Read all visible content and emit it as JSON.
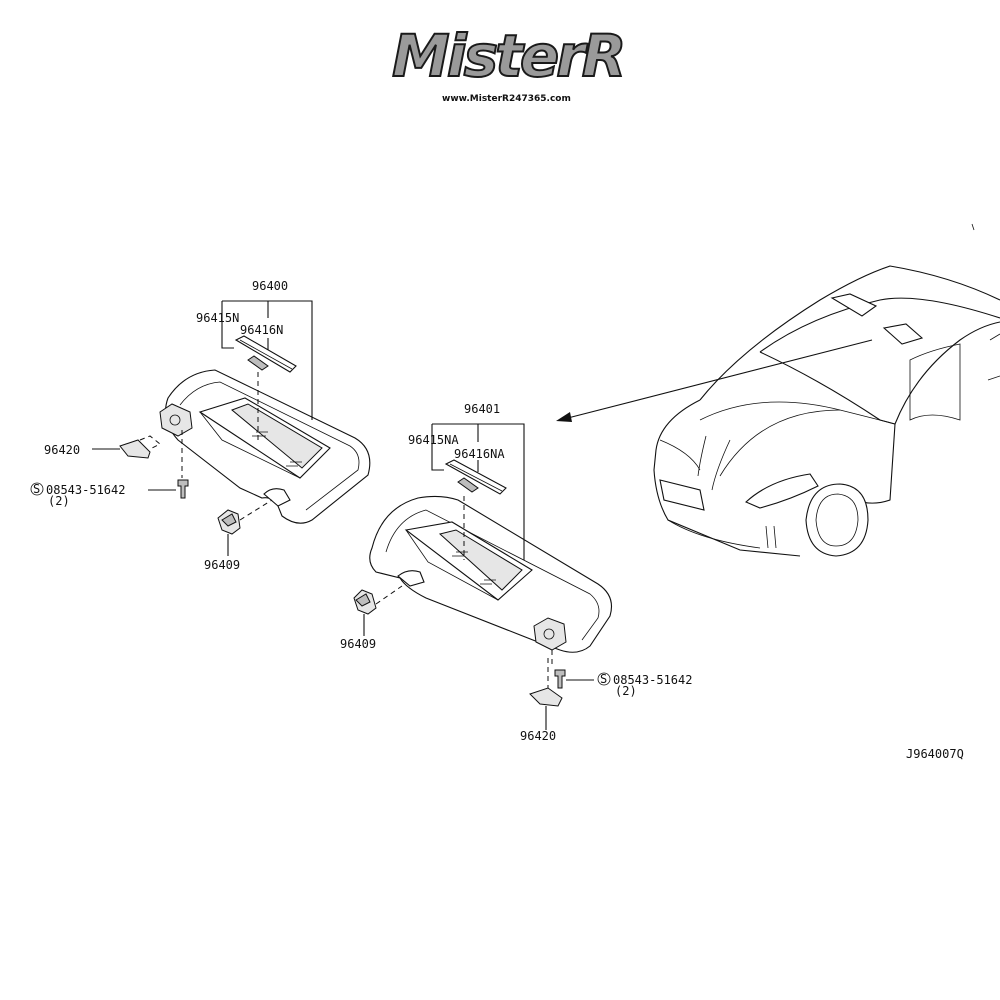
{
  "logo": {
    "text": "MisterR",
    "url": "www.MisterR247365.com"
  },
  "diagram": {
    "drawing_code": "J964007Q",
    "callouts_left": {
      "assembly": "96400",
      "part_a": "96415N",
      "part_b": "96416N",
      "holder_cap": "96420",
      "screw": "08543-51642",
      "screw_qty": "(2)",
      "holder": "96409"
    },
    "callouts_right": {
      "assembly": "96401",
      "part_a": "96415NA",
      "part_b": "96416NA",
      "holder_cap": "96420",
      "screw": "08543-51642",
      "screw_qty": "(2)",
      "holder": "96409"
    },
    "screw_symbol": "S"
  }
}
